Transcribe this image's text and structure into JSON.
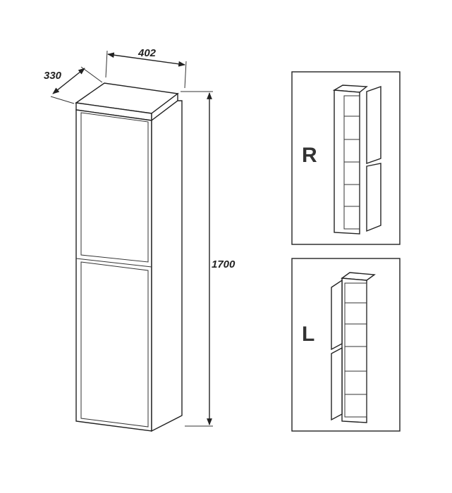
{
  "dimensions": {
    "width": "402",
    "depth": "330",
    "height": "1700"
  },
  "variants": [
    {
      "label": "R"
    },
    {
      "label": "L"
    }
  ]
}
